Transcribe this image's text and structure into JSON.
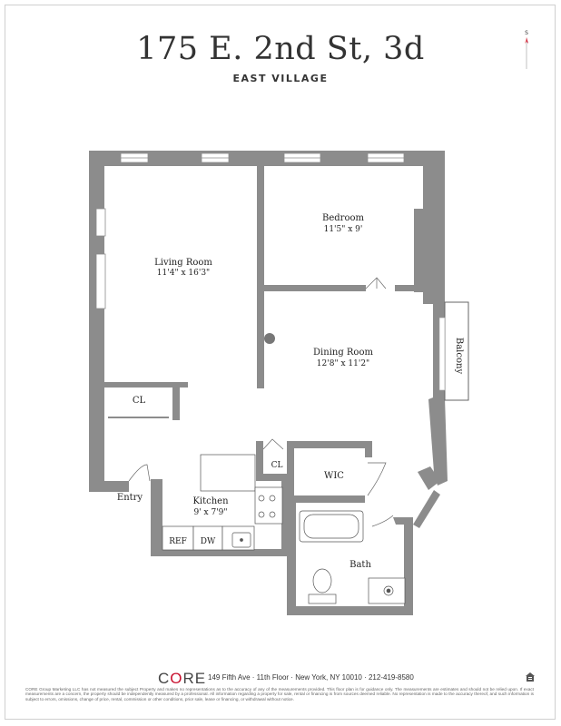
{
  "header": {
    "title": "175 E. 2nd St, 3d",
    "neighborhood": "EAST VILLAGE",
    "compass_letter": "S"
  },
  "rooms": {
    "living": {
      "name": "Living Room",
      "size": "11'4\" x 16'3\""
    },
    "bedroom": {
      "name": "Bedroom",
      "size": "11'5\" x 9'"
    },
    "dining": {
      "name": "Dining Room",
      "size": "12'8\" x 11'2\""
    },
    "kitchen": {
      "name": "Kitchen",
      "size": "9' x 7'9\""
    },
    "bath": {
      "name": "Bath"
    },
    "wic": {
      "name": "WIC"
    },
    "closet_left": {
      "name": "CL"
    },
    "closet_kitchen": {
      "name": "CL"
    },
    "balcony": {
      "name": "Balcony"
    },
    "entry": {
      "name": "Entry"
    },
    "ref": {
      "name": "REF"
    },
    "dw": {
      "name": "DW"
    }
  },
  "colors": {
    "wall": "#8c8c8c",
    "brand_accent": "#c8102e",
    "text": "#222222"
  },
  "footer": {
    "logo_prefix": "C",
    "logo_o": "O",
    "logo_suffix": "RE",
    "address": "149 Fifth Ave · 11th Floor · New York, NY 10010 · 212-419-8580",
    "disclaimer": "CORE Group Marketing LLC has not measured the subject Property and makes no representations as to the accuracy of any of the measurements provided. This floor plan is for guidance only. The measurements are estimates and should not be relied upon. If exact measurements are a concern, the property should be independently measured by a professional. All information regarding a property for sale, rental or financing is from sources deemed reliable. No representation is made to the accuracy thereof, and such information is subject to errors, omissions, change of price, rental, commission or other conditions, prior sale, lease or financing, or withdrawal without notice."
  }
}
